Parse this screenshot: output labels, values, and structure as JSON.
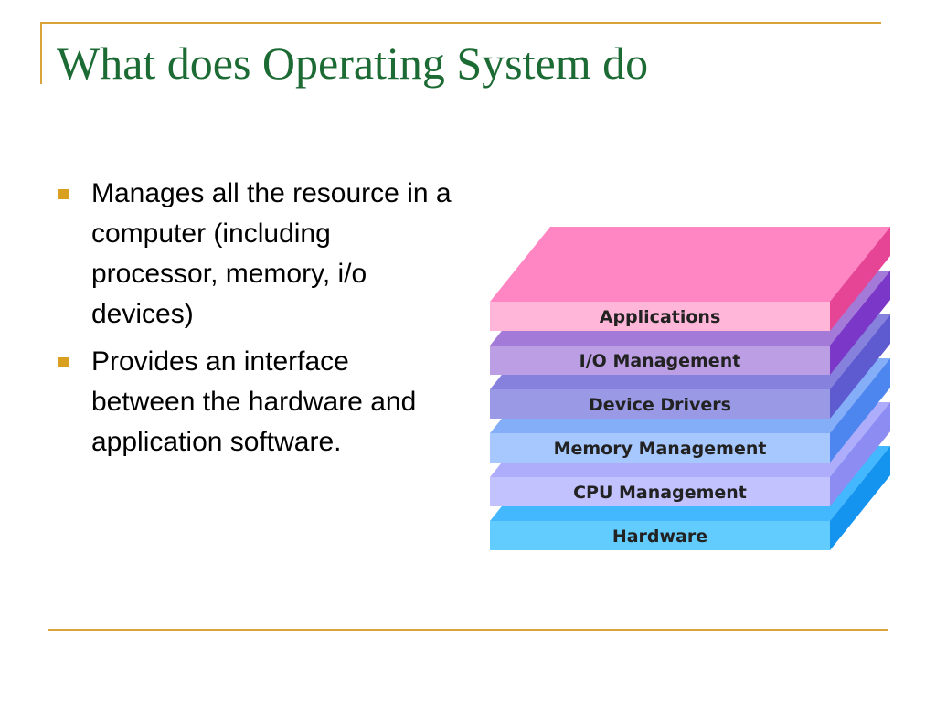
{
  "slide": {
    "title": "What does Operating System do",
    "bullets": [
      "Manages all the resource in a computer (including processor, memory, i/o devices)",
      "Provides an interface between the hardware and application software."
    ]
  },
  "diagram": {
    "layers": [
      {
        "label": "Applications",
        "front": "#ffb6d8",
        "side": "#e64595",
        "top": "#ff86c2"
      },
      {
        "label": "I/O Management",
        "front": "#bb9ee3",
        "side": "#7b38c8",
        "top": "#a37ad8"
      },
      {
        "label": "Device Drivers",
        "front": "#9a99e5",
        "side": "#5e5ad0",
        "top": "#8681dc"
      },
      {
        "label": "Memory Management",
        "front": "#a6c8ff",
        "side": "#4e86f0",
        "top": "#84aef8"
      },
      {
        "label": "CPU Management",
        "front": "#c2c2ff",
        "side": "#8c8cf2",
        "top": "#adadfb"
      },
      {
        "label": "Hardware",
        "front": "#62ccff",
        "side": "#1494ef",
        "top": "#44b8ff"
      }
    ]
  }
}
